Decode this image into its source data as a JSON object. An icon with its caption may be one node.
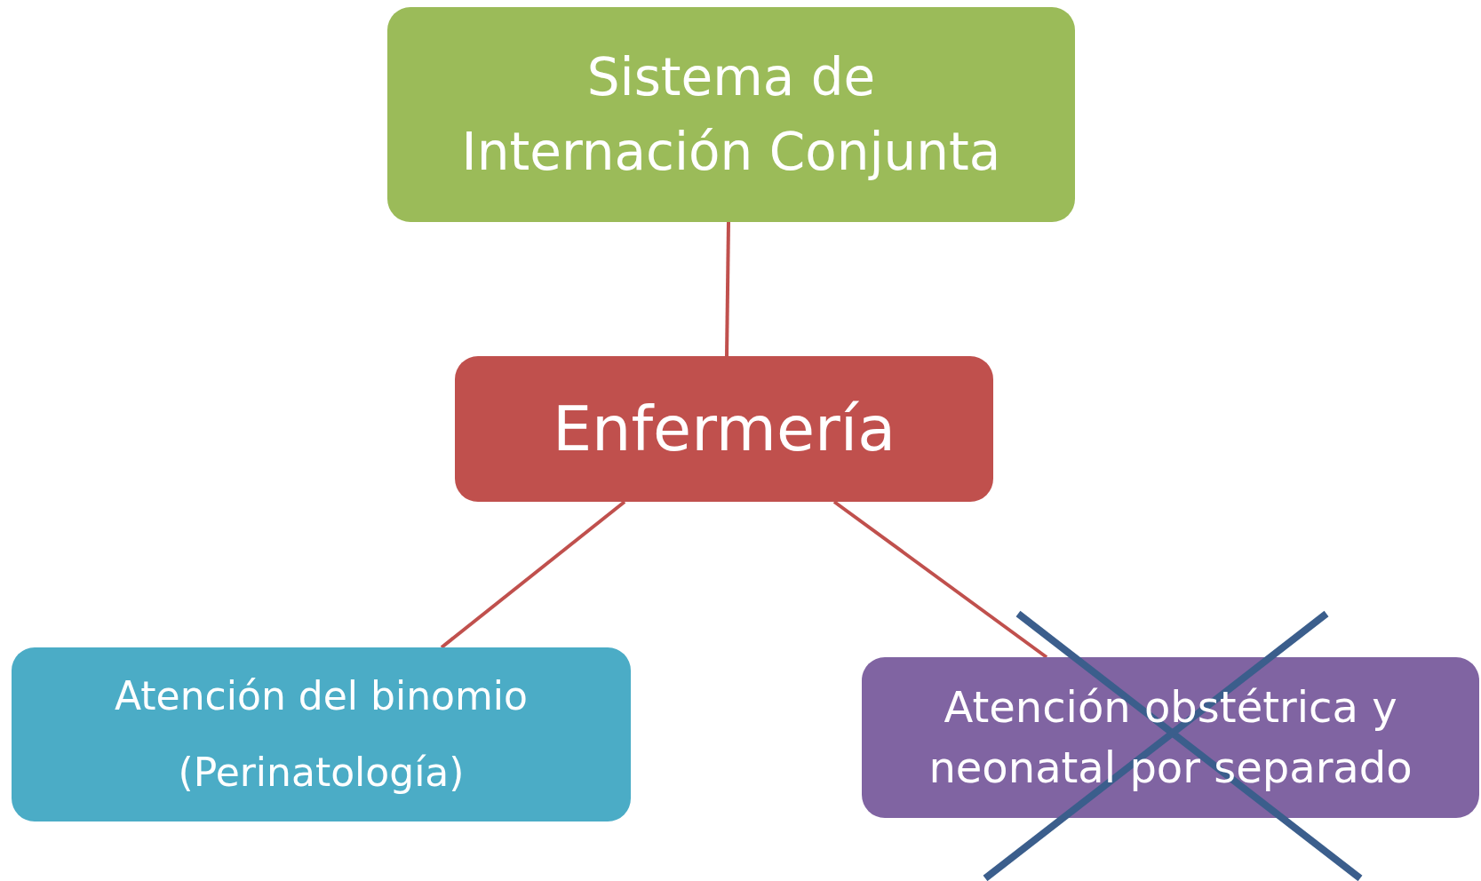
{
  "diagram": {
    "nodes": [
      {
        "text": [
          "Sistema de Internación Conjunta"
        ]
      },
      {
        "text": [
          "Enfermería"
        ]
      },
      {
        "text": [
          "Atención del binomio (Perinatología)"
        ]
      },
      {
        "text": [
          "Atención obstétrica y neonatal por separado"
        ]
      }
    ],
    "edges": [
      {
        "from": 0,
        "to": 1,
        "arrow": "none"
      },
      {
        "from": 1,
        "to": 2,
        "arrow": "none"
      },
      {
        "from": 1,
        "to": 3,
        "arrow": "none"
      }
    ]
  }
}
